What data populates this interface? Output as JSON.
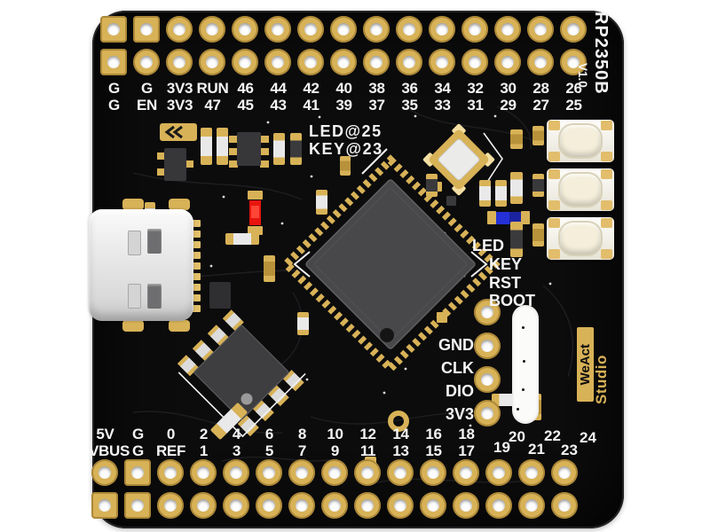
{
  "board": {
    "model": "RP2350B",
    "version": "V1.0",
    "brand": {
      "line1": "WeAct",
      "line2": "Studio"
    },
    "silk_notes": {
      "led": "LED@25",
      "key": "KEY@23"
    },
    "side_labels": [
      "LED",
      "KEY",
      "RST",
      "BOOT"
    ],
    "debug_labels": [
      "GND",
      "CLK",
      "DIO",
      "3V3"
    ],
    "top_pins": {
      "row1": [
        "G",
        "G",
        "3V3",
        "RUN",
        "46",
        "44",
        "42",
        "40",
        "38",
        "36",
        "34",
        "32",
        "30",
        "28",
        "26"
      ],
      "row2": [
        "G",
        "EN",
        "3V3",
        "47",
        "45",
        "43",
        "41",
        "39",
        "37",
        "35",
        "33",
        "31",
        "29",
        "27",
        "25"
      ]
    },
    "bottom_pins": {
      "row1": [
        "5V",
        "G",
        "0",
        "2",
        "4",
        "6",
        "8",
        "10",
        "12",
        "14",
        "16",
        "18"
      ],
      "row2": [
        "VBUS",
        "G",
        "REF",
        "1",
        "3",
        "5",
        "7",
        "9",
        "11",
        "13",
        "15",
        "17"
      ],
      "staggered": [
        "19",
        "20",
        "21",
        "22",
        "23",
        "24"
      ]
    },
    "colors": {
      "pad_gold": "#d8b257",
      "board_black": "#0c0c0d",
      "silk_white": "#f4f4f4",
      "led_red": "#e8140e",
      "led_blue": "#2531d6"
    }
  }
}
